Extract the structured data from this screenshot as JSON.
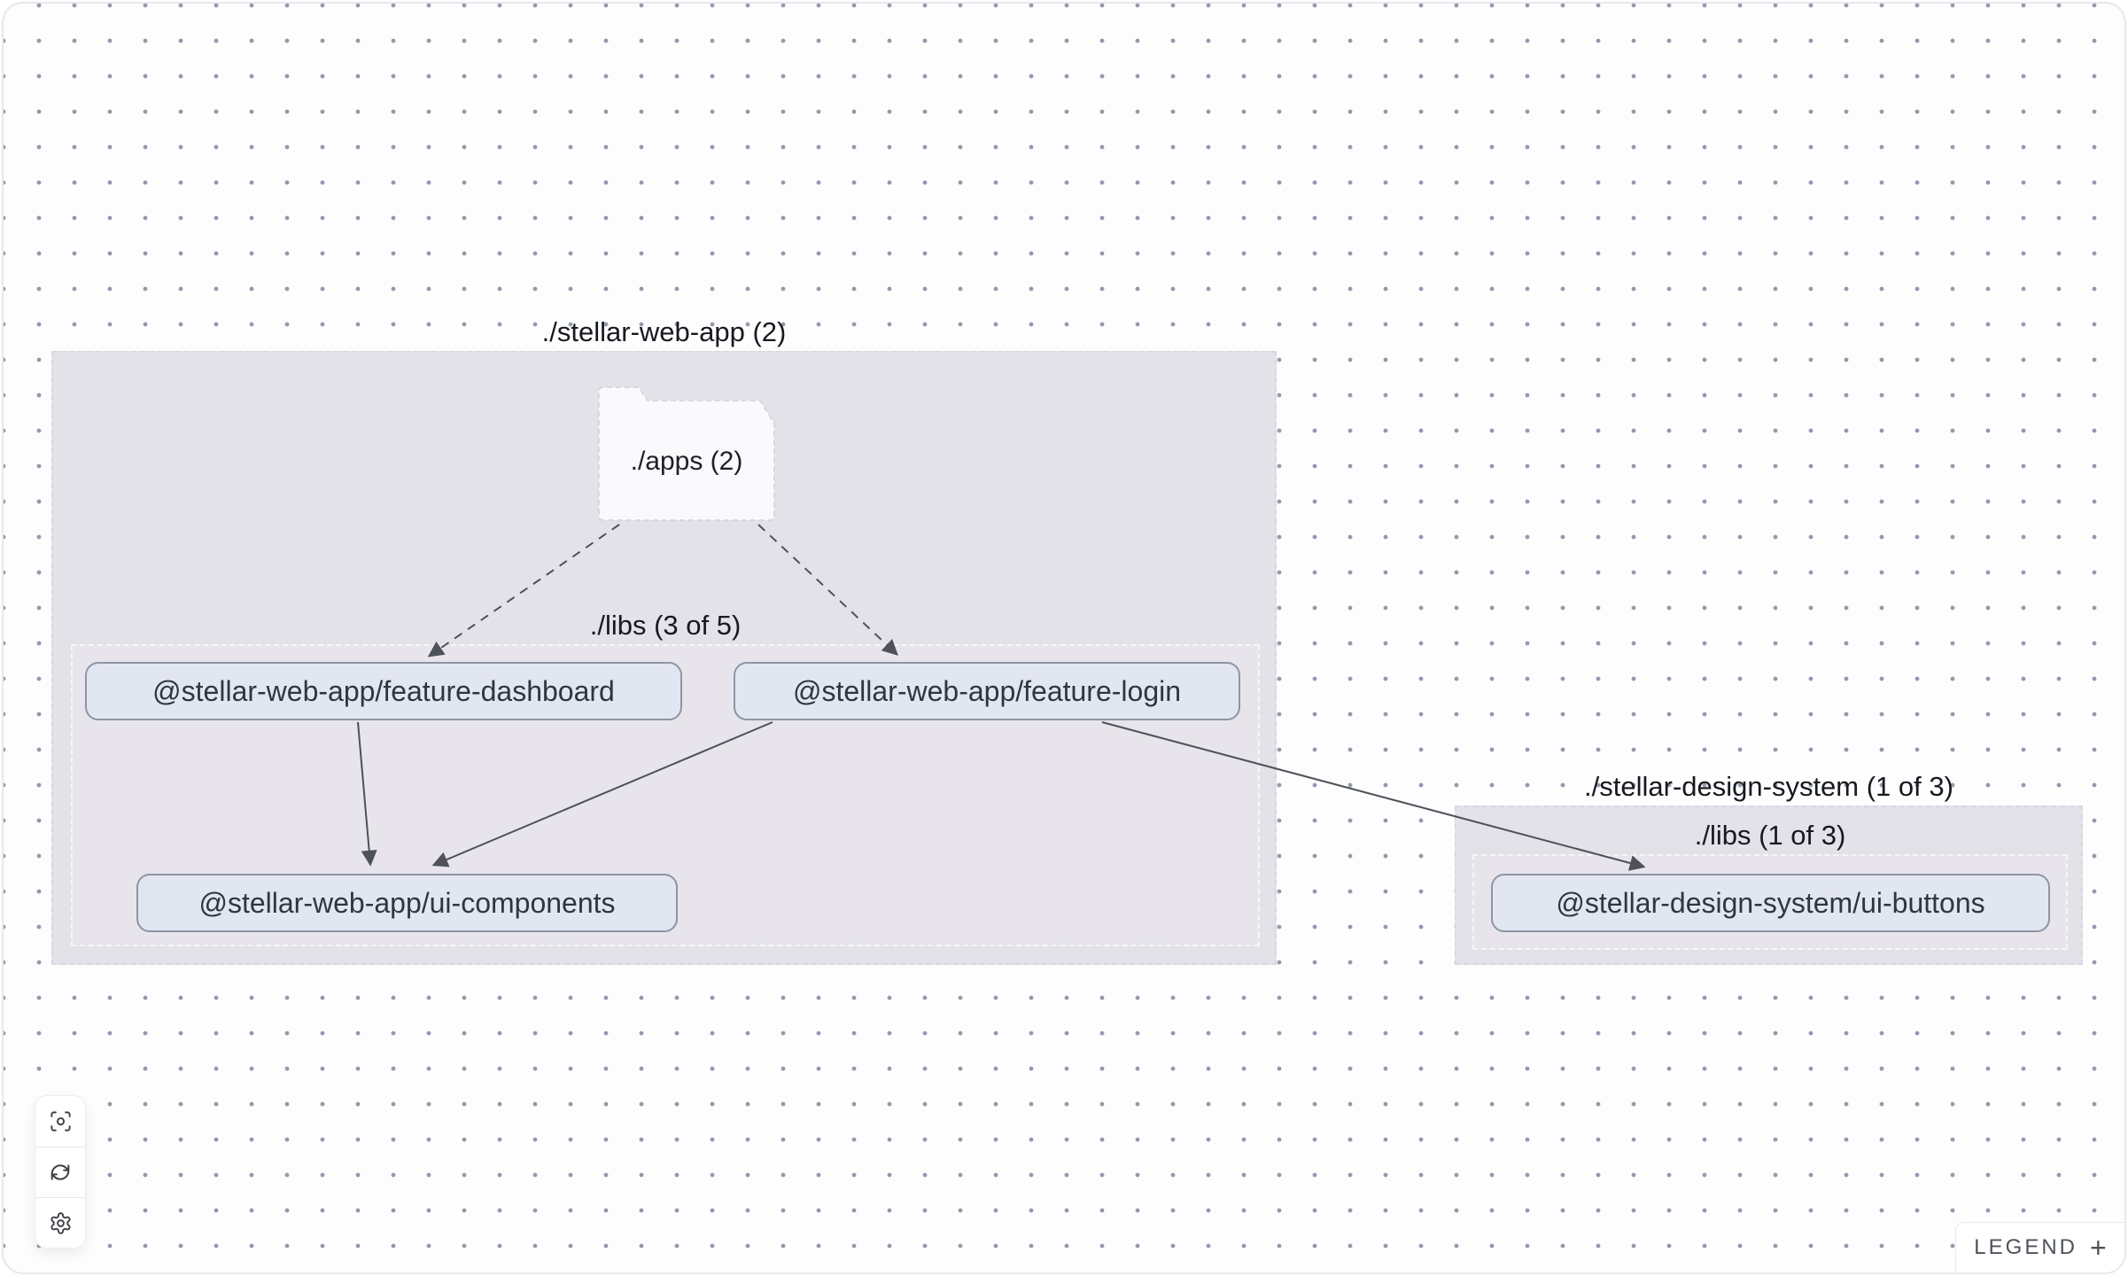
{
  "graph": {
    "groups": [
      {
        "id": "stellar-web-app",
        "label": "./stellar-web-app (2)",
        "apps_folder": {
          "label": "./apps (2)"
        },
        "libs_group": {
          "label": "./libs (3 of 5)"
        }
      },
      {
        "id": "stellar-design-system",
        "label": "./stellar-design-system (1 of 3)",
        "libs_group": {
          "label": "./libs (1 of 3)"
        }
      }
    ],
    "nodes": [
      {
        "id": "feature-dashboard",
        "label": "@stellar-web-app/feature-dashboard"
      },
      {
        "id": "feature-login",
        "label": "@stellar-web-app/feature-login"
      },
      {
        "id": "ui-components",
        "label": "@stellar-web-app/ui-components"
      },
      {
        "id": "ui-buttons",
        "label": "@stellar-design-system/ui-buttons"
      }
    ],
    "edges": [
      {
        "from": "./apps",
        "to": "@stellar-web-app/feature-dashboard",
        "style": "dashed"
      },
      {
        "from": "./apps",
        "to": "@stellar-web-app/feature-login",
        "style": "dashed"
      },
      {
        "from": "@stellar-web-app/feature-dashboard",
        "to": "@stellar-web-app/ui-components",
        "style": "solid"
      },
      {
        "from": "@stellar-web-app/feature-login",
        "to": "@stellar-web-app/ui-components",
        "style": "solid"
      },
      {
        "from": "@stellar-web-app/feature-login",
        "to": "@stellar-design-system/ui-buttons",
        "style": "solid"
      }
    ]
  },
  "toolbar": {
    "buttons": [
      {
        "icon": "focus-icon"
      },
      {
        "icon": "refresh-icon"
      },
      {
        "icon": "settings-icon"
      }
    ]
  },
  "legend": {
    "label": "LEGEND",
    "toggle": "+"
  },
  "colors": {
    "group_fill": "#e4e2e9",
    "node_fill": "#e2e6f1",
    "node_border": "#8d95a4",
    "edge": "#4e5158",
    "dot_grid": "#7d899e",
    "canvas": "#fdfdfe"
  }
}
